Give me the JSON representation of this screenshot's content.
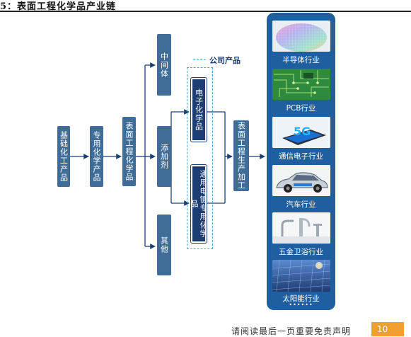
{
  "figure": {
    "title": "5：表面工程化学品产业链"
  },
  "chain": {
    "basic": "基础化工产品",
    "special": "专用化学产品",
    "surface_chem": "表面工程化学品",
    "intermediate": "中间体",
    "additive": "添加剂",
    "other": "其他",
    "electronic": "电子化学品",
    "plating": "通用电镀专用化学品",
    "processing": "表面工程生产加工"
  },
  "legend": {
    "company_products": "公司产品"
  },
  "industries": [
    {
      "label": "半导体行业",
      "icon": "wafer-image"
    },
    {
      "label": "PCB行业",
      "icon": "pcb-image"
    },
    {
      "label": "通信电子行业",
      "icon": "5g-phone-image"
    },
    {
      "label": "汽车行业",
      "icon": "car-image"
    },
    {
      "label": "五金卫浴行业",
      "icon": "faucet-image"
    },
    {
      "label": "太阳能行业",
      "icon": "solar-panel-image"
    }
  ],
  "more_indicator": "••••••",
  "footer": {
    "disclaimer": "请阅读最后一页重要免责声明",
    "page": "10"
  },
  "colors": {
    "box": "#3f6d97",
    "company_box": "#1d3e73",
    "panel": "#1f5f9f",
    "dashed": "#5aa0c8",
    "page_badge": "#f0a030"
  }
}
